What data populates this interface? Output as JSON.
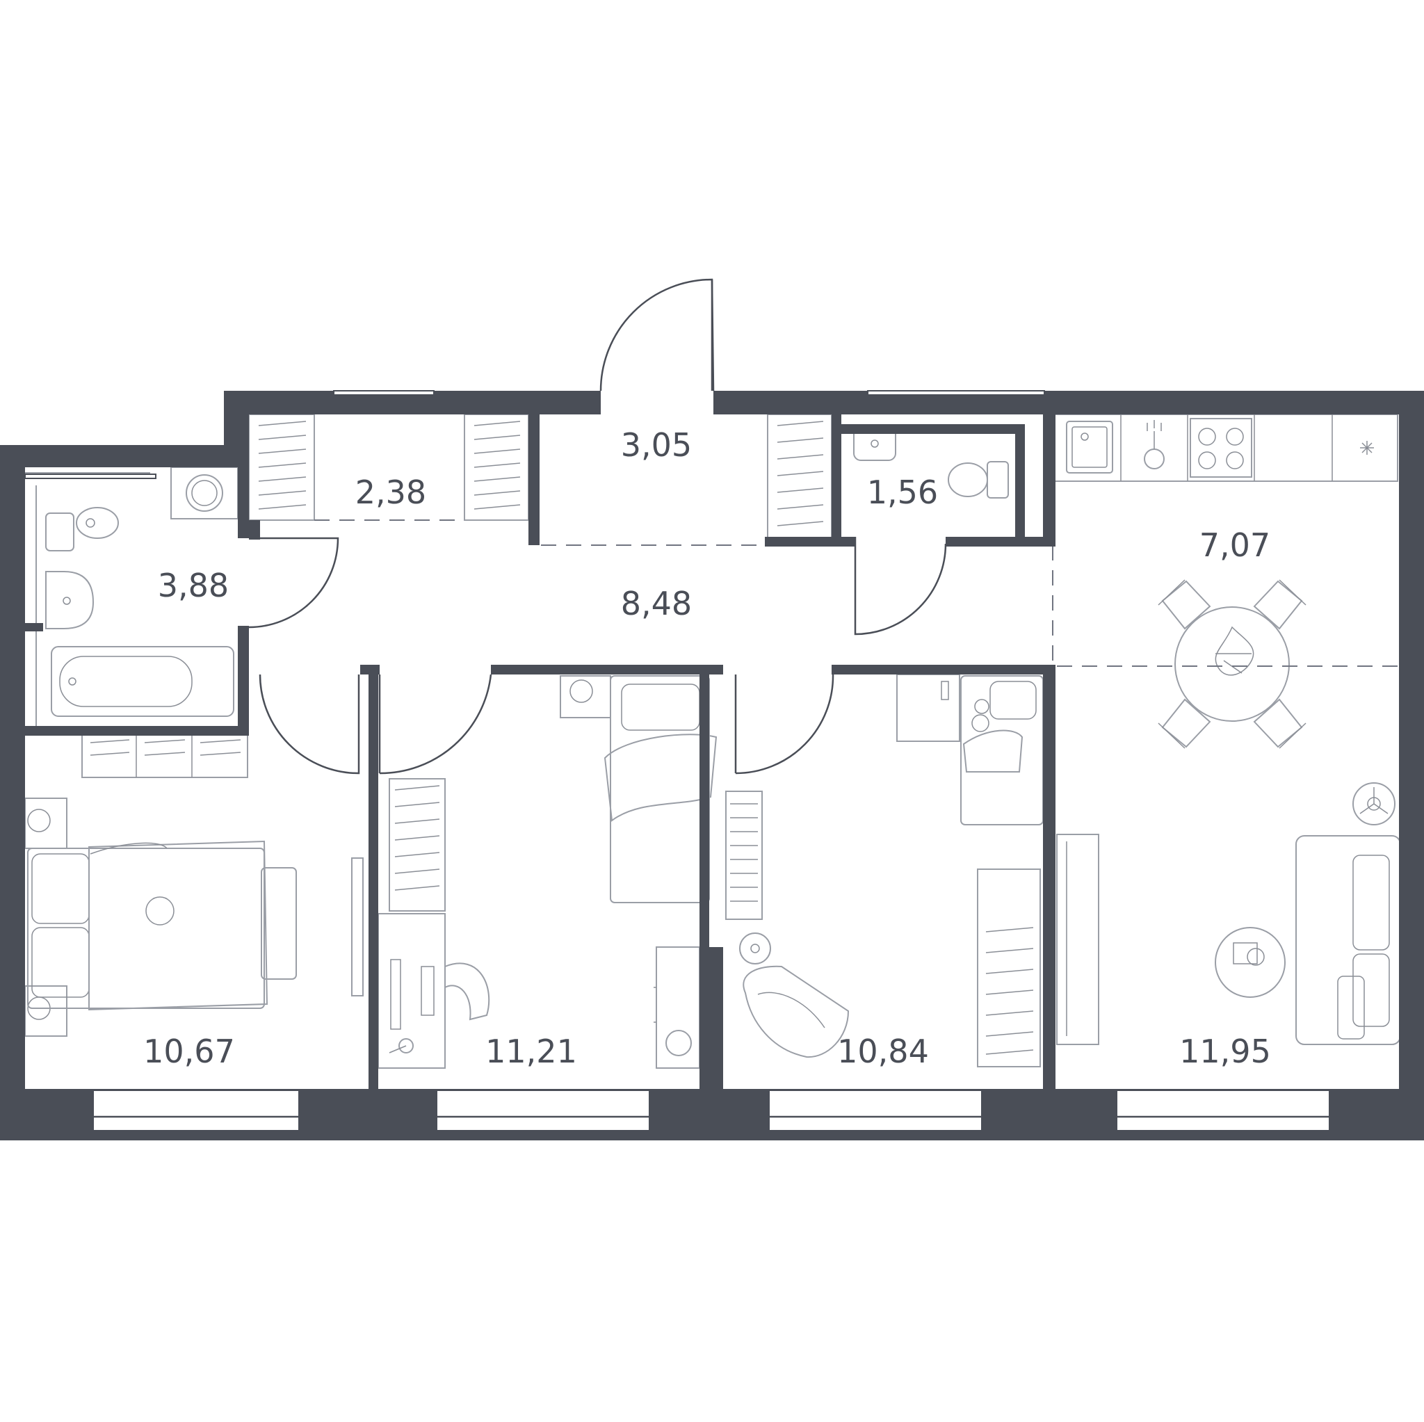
{
  "colors": {
    "wall": "#4a4e57",
    "furniture": "#9a9ea6",
    "background": "#ffffff"
  },
  "rooms": [
    {
      "id": "bathroom",
      "area": "3,88"
    },
    {
      "id": "storage",
      "area": "2,38"
    },
    {
      "id": "entrance",
      "area": "3,05"
    },
    {
      "id": "wc",
      "area": "1,56"
    },
    {
      "id": "hallway",
      "area": "8,48"
    },
    {
      "id": "kitchen",
      "area": "7,07"
    },
    {
      "id": "bedroom-1",
      "area": "10,67"
    },
    {
      "id": "bedroom-2",
      "area": "11,21"
    },
    {
      "id": "bedroom-3",
      "area": "10,84"
    },
    {
      "id": "living-room",
      "area": "11,95"
    }
  ]
}
